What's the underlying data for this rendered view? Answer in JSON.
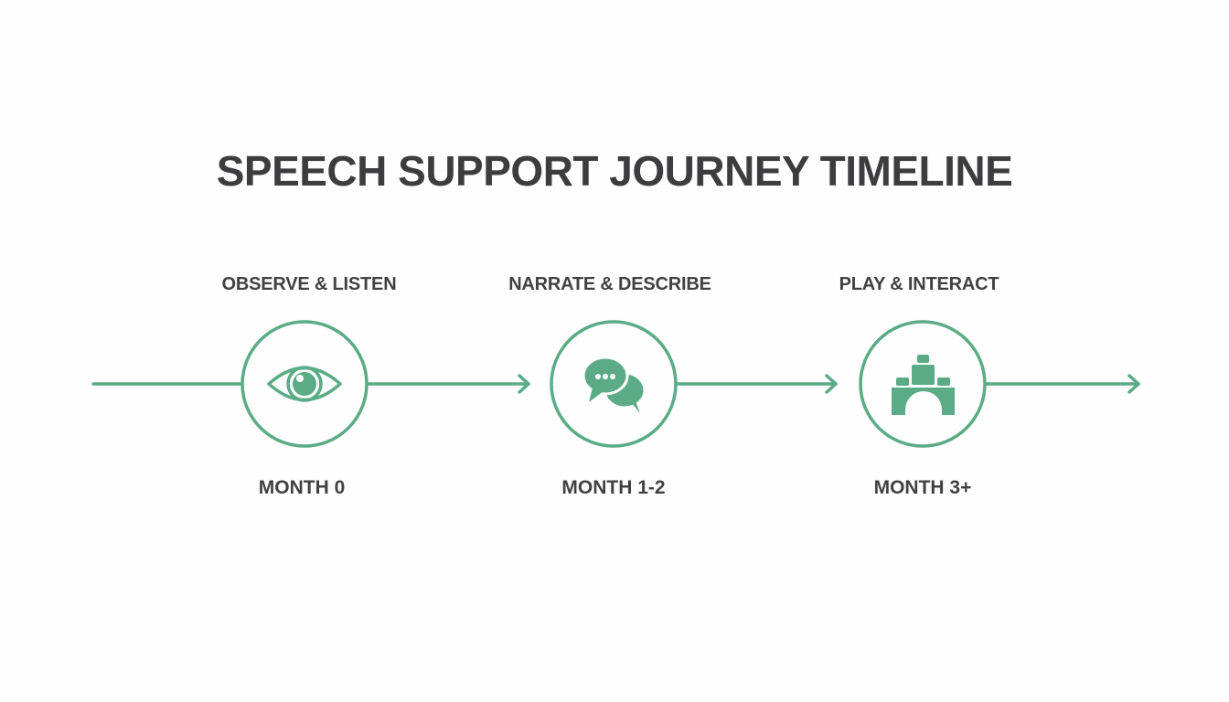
{
  "title": "SPEECH SUPPORT JOURNEY TIMELINE",
  "accent_color": "#5aab86",
  "stages": [
    {
      "label": "OBSERVE & LISTEN",
      "time": "MONTH 0",
      "icon": "eye-icon"
    },
    {
      "label": "NARRATE & DESCRIBE",
      "time": "MONTH 1-2",
      "icon": "chat-bubbles-icon"
    },
    {
      "label": "PLAY & INTERACT",
      "time": "MONTH 3+",
      "icon": "building-blocks-icon"
    }
  ]
}
